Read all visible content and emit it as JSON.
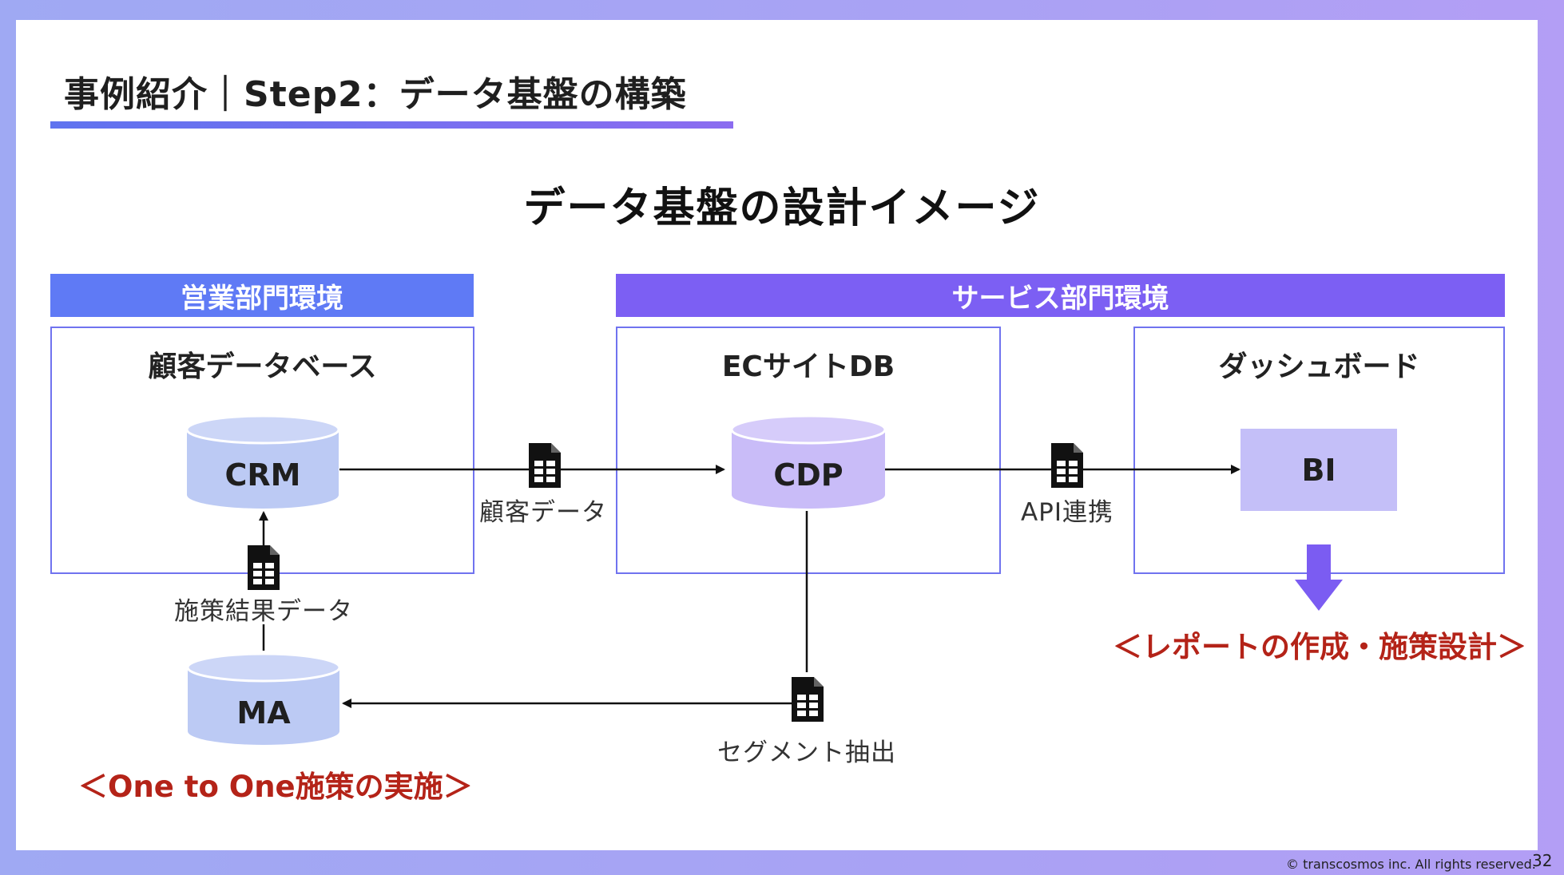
{
  "title": "事例紹介｜Step2：データ基盤の構築",
  "subtitle": "データ基盤の設計イメージ",
  "environments": {
    "sales": "営業部門環境",
    "service": "サービス部門環境"
  },
  "boxes": {
    "customer_db": "顧客データベース",
    "ec_site_db": "ECサイトDB",
    "dashboard": "ダッシュボード"
  },
  "nodes": {
    "crm": "CRM",
    "cdp": "CDP",
    "ma": "MA",
    "bi": "BI"
  },
  "edges": {
    "crm_to_cdp": "顧客データ",
    "cdp_to_bi": "API連携",
    "ma_to_crm": "施策結果データ",
    "cdp_to_ma": "セグメント抽出"
  },
  "callouts": {
    "report": "＜レポートの作成・施策設計＞",
    "one_to_one": "＜One to One施策の実施＞"
  },
  "footer": {
    "copyright": "© transcosmos inc. All rights reserved.",
    "page_number": "32"
  },
  "colors": {
    "sales_header": "#5f7af5",
    "service_header": "#7c5ff3",
    "box_border": "#7073ef",
    "crm_ma_fill": "#bccaf4",
    "cdp_fill": "#c9bcf8",
    "bi_fill": "#c4bff8",
    "callout_text": "#b42318",
    "down_arrow": "#7b5cf2"
  },
  "icons": {
    "file": "document-table-icon",
    "down_arrow": "down-arrow-icon"
  }
}
